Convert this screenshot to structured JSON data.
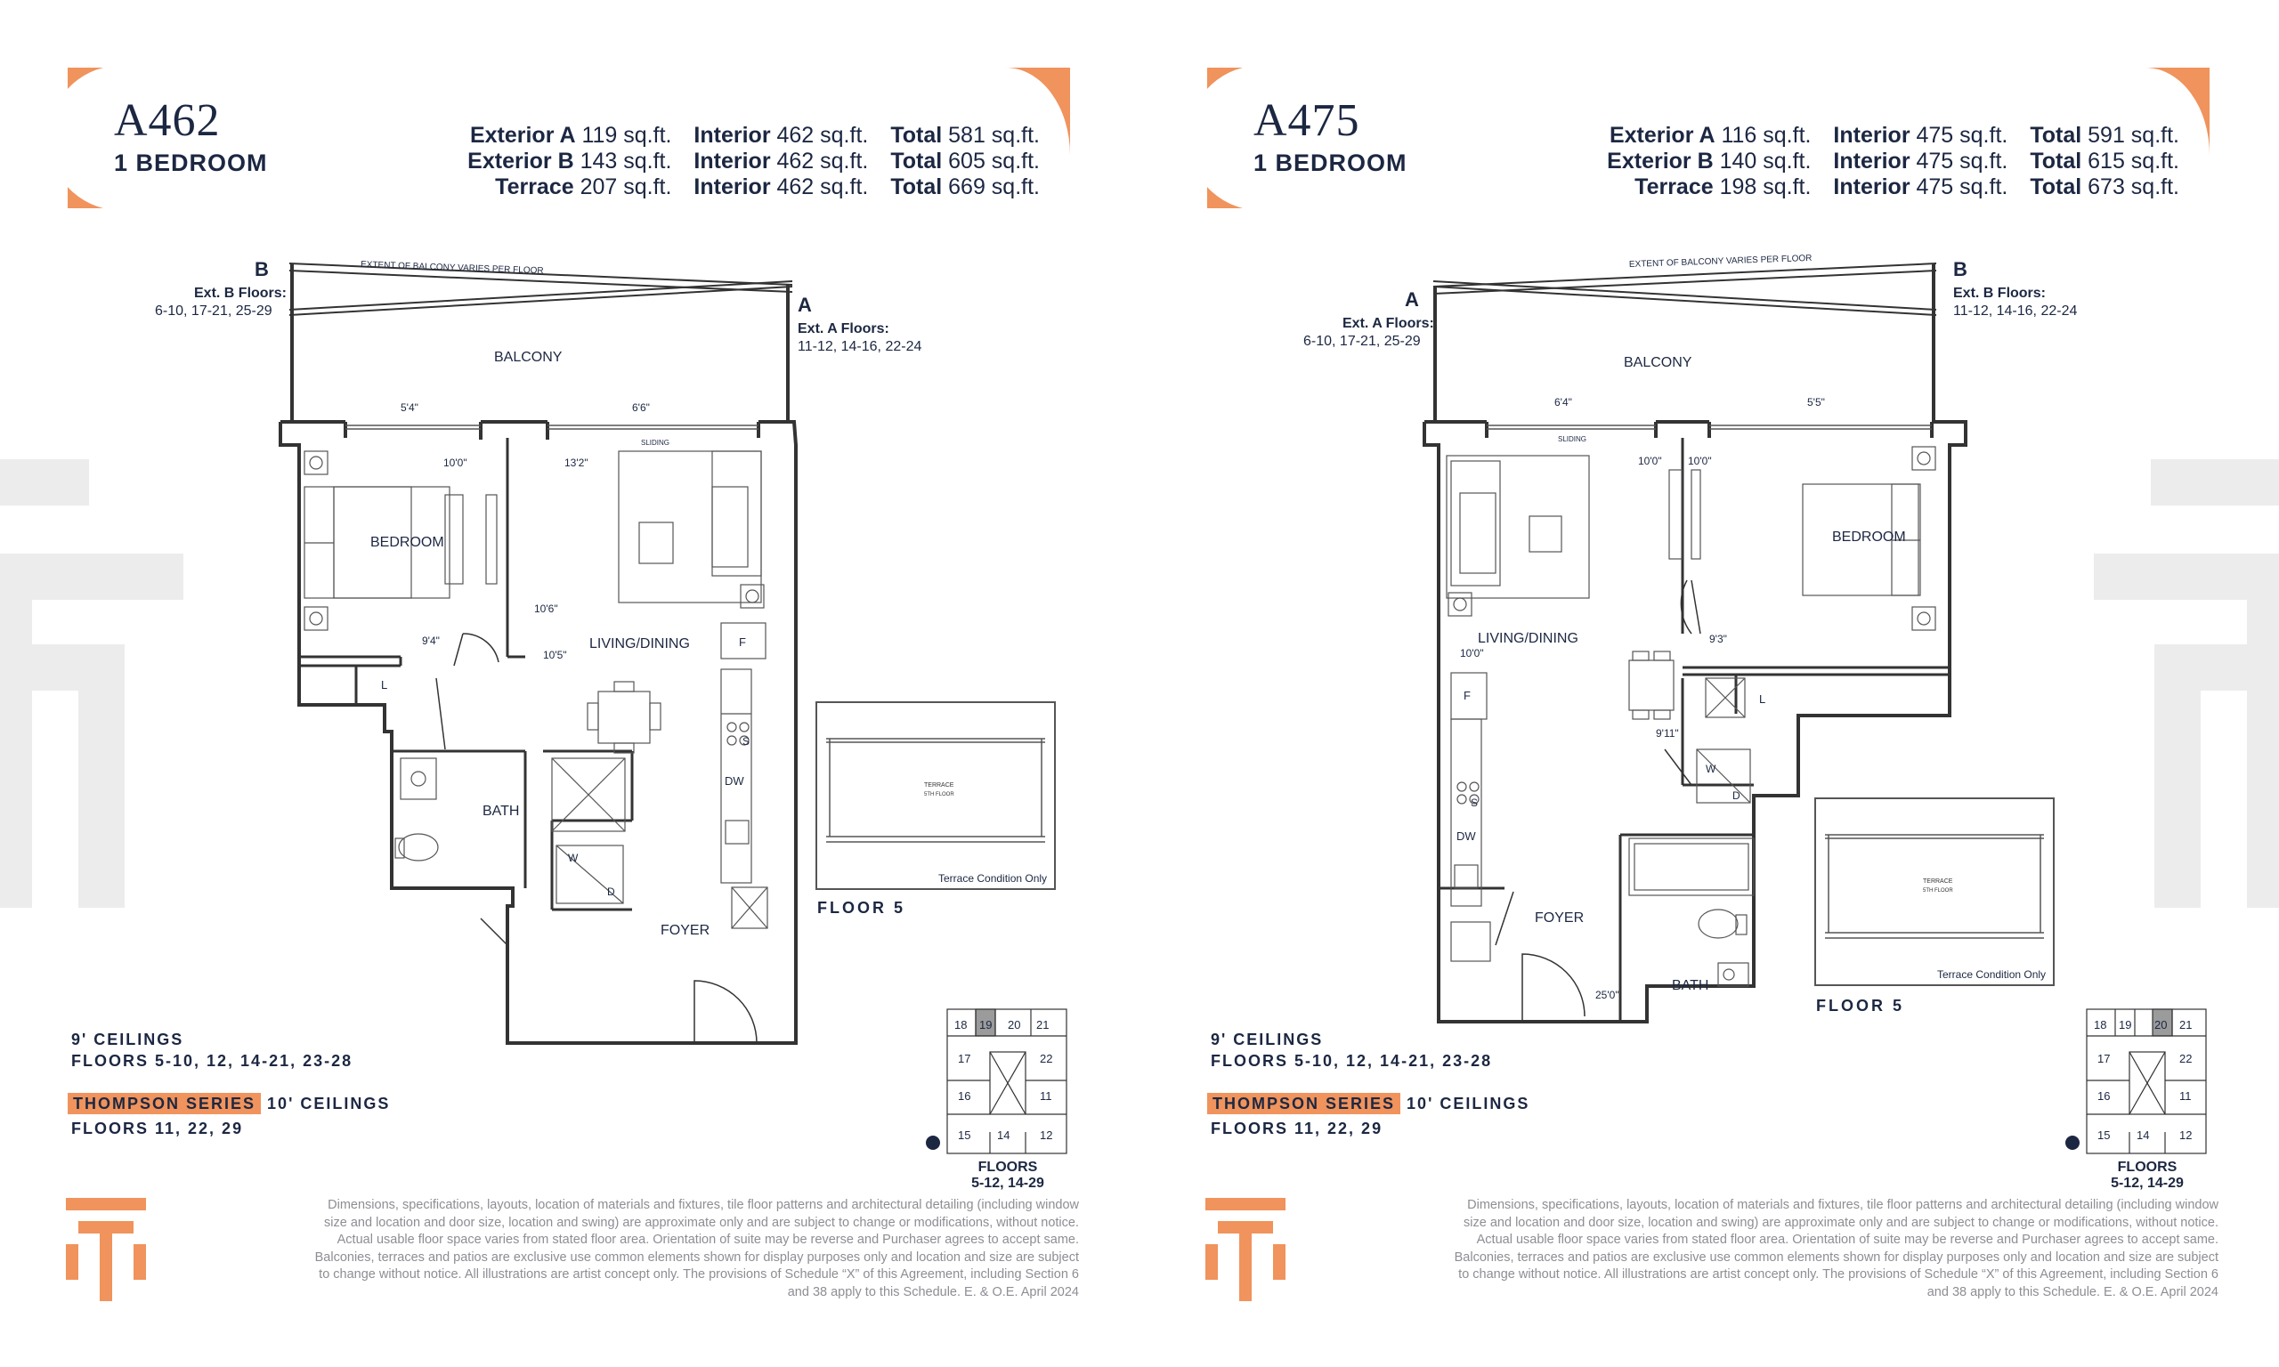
{
  "colors": {
    "accent": "#f0935c",
    "navy": "#1c2742",
    "grey_text": "#8d8d94",
    "watermark": "#ececec"
  },
  "pages": [
    {
      "unit": "A462",
      "type": "1 BEDROOM",
      "areas": [
        {
          "label": "Exterior A",
          "ext": "119 sq.ft.",
          "int_label": "Interior",
          "int": "462 sq.ft.",
          "tot_label": "Total",
          "tot": "581 sq.ft."
        },
        {
          "label": "Exterior B",
          "ext": "143 sq.ft.",
          "int_label": "Interior",
          "int": "462 sq.ft.",
          "tot_label": "Total",
          "tot": "605 sq.ft."
        },
        {
          "label": "Terrace",
          "ext": "207 sq.ft.",
          "int_label": "Interior",
          "int": "462 sq.ft.",
          "tot_label": "Total",
          "tot": "669 sq.ft."
        }
      ],
      "plan": {
        "balcony_note": "EXTENT OF BALCONY VARIES PER FLOOR",
        "ext_left_letter": "B",
        "ext_left_title": "Ext. B Floors:",
        "ext_left_floors": "6-10, 17-21, 25-29",
        "ext_right_letter": "A",
        "ext_right_title": "Ext. A Floors:",
        "ext_right_floors": "11-12, 14-16, 22-24",
        "balcony": "BALCONY",
        "bedroom": "BEDROOM",
        "living": "LIVING/DINING",
        "bath": "BATH",
        "foyer": "FOYER",
        "dims": [
          "5'4\"",
          "6'6\"",
          "10'0\"",
          "13'2\"",
          "10'6\"",
          "9'4\"",
          "10'5\""
        ],
        "sliding": "SLIDING",
        "fixtures": [
          "F",
          "S",
          "DW",
          "L",
          "W",
          "D"
        ]
      },
      "terrace_text": "TERRACE",
      "terrace_sub": "5TH FLOOR",
      "terrace_note": "Terrace Condition Only",
      "floor5": "FLOOR 5",
      "ceilings_1": "9' CEILINGS",
      "floors_1": "FLOORS 5-10, 12, 14-21, 23-28",
      "series_badge": "THOMPSON SERIES",
      "series_ceil": "10' CEILINGS",
      "floors_2": "FLOORS 11, 22, 29",
      "keyplan": {
        "cells": [
          "18",
          "19",
          "20",
          "21",
          "17",
          "22",
          "16",
          "11",
          "15",
          "14",
          "12"
        ],
        "title": "FLOORS",
        "floors": "5-12, 14-29",
        "highlight": "19"
      },
      "disclaimer": "Dimensions, specifications, layouts, location of materials and fixtures, tile floor patterns and architectural detailing (including window size and location and door size, location and swing) are approximate only and are subject to change or modifications, without notice. Actual usable floor space varies from stated floor area. Orientation of suite may be reverse and Purchaser agrees to accept same. Balconies, terraces and patios are exclusive use common elements shown for display purposes only and location and size are subject to change without notice. All illustrations are artist concept only. The provisions of Schedule “X” of this Agreement, including Section 6 and 38 apply to this Schedule. E. & O.E. April 2024"
    },
    {
      "unit": "A475",
      "type": "1 BEDROOM",
      "areas": [
        {
          "label": "Exterior A",
          "ext": "116 sq.ft.",
          "int_label": "Interior",
          "int": "475 sq.ft.",
          "tot_label": "Total",
          "tot": "591 sq.ft."
        },
        {
          "label": "Exterior B",
          "ext": "140 sq.ft.",
          "int_label": "Interior",
          "int": "475 sq.ft.",
          "tot_label": "Total",
          "tot": "615 sq.ft."
        },
        {
          "label": "Terrace",
          "ext": "198 sq.ft.",
          "int_label": "Interior",
          "int": "475 sq.ft.",
          "tot_label": "Total",
          "tot": "673 sq.ft."
        }
      ],
      "plan": {
        "balcony_note": "EXTENT OF BALCONY VARIES PER FLOOR",
        "ext_left_letter": "A",
        "ext_left_title": "Ext. A Floors:",
        "ext_left_floors": "6-10, 17-21, 25-29",
        "ext_right_letter": "B",
        "ext_right_title": "Ext. B Floors:",
        "ext_right_floors": "11-12, 14-16, 22-24",
        "balcony": "BALCONY",
        "bedroom": "BEDROOM",
        "living": "LIVING/DINING",
        "bath": "BATH",
        "foyer": "FOYER",
        "dims": [
          "6'4\"",
          "5'5\"",
          "10'0\"",
          "10'0\"",
          "10'0\"",
          "9'3\"",
          "9'11\"",
          "25'0\""
        ],
        "sliding": "SLIDING",
        "fixtures": [
          "F",
          "S",
          "DW",
          "L",
          "W",
          "D"
        ]
      },
      "terrace_text": "TERRACE",
      "terrace_sub": "5TH FLOOR",
      "terrace_note": "Terrace Condition Only",
      "floor5": "FLOOR 5",
      "ceilings_1": "9' CEILINGS",
      "floors_1": "FLOORS 5-10, 12, 14-21, 23-28",
      "series_badge": "THOMPSON SERIES",
      "series_ceil": "10' CEILINGS",
      "floors_2": "FLOORS 11, 22, 29",
      "keyplan": {
        "cells": [
          "18",
          "19",
          "20",
          "21",
          "17",
          "22",
          "16",
          "11",
          "15",
          "14",
          "12"
        ],
        "title": "FLOORS",
        "floors": "5-12, 14-29",
        "highlight": "20"
      },
      "disclaimer": "Dimensions, specifications, layouts, location of materials and fixtures, tile floor patterns and architectural detailing (including window size and location and door size, location and swing) are approximate only and are subject to change or modifications, without notice. Actual usable floor space varies from stated floor area. Orientation of suite may be reverse and Purchaser agrees to accept same. Balconies, terraces and patios are exclusive use common elements shown for display purposes only and location and size are subject to change without notice. All illustrations are artist concept only. The provisions of Schedule “X” of this Agreement, including Section 6 and 38 apply to this Schedule. E. & O.E. April 2024"
    }
  ]
}
